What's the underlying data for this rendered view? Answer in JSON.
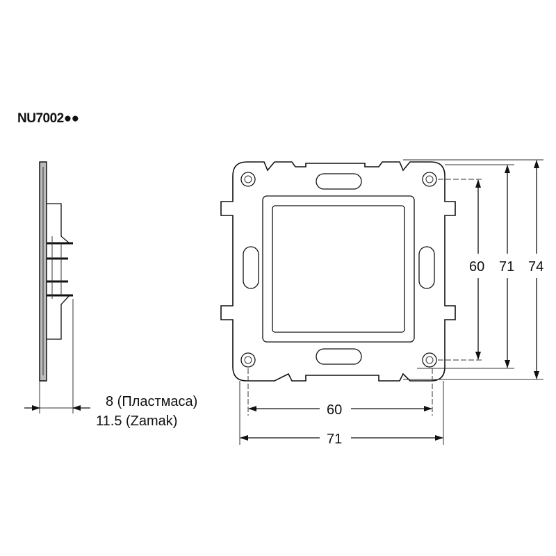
{
  "title": "NU7002●●",
  "side_view": {
    "depth_plastic": "8 (Пластмаса)",
    "depth_zamak": "11.5 (Zamak)"
  },
  "front_view": {
    "height_inner": "60",
    "height_mid": "71",
    "height_outer": "74",
    "width_inner": "60",
    "width_outer": "71"
  }
}
